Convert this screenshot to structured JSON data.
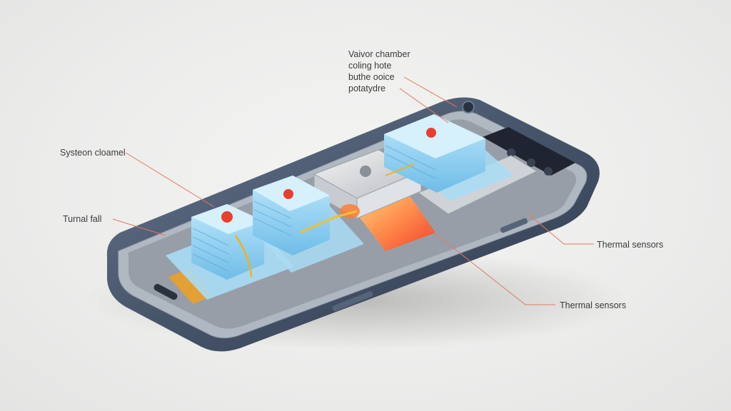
{
  "diagram": {
    "labels": {
      "vapor_chamber": [
        "Vaivor chamber",
        "coling hote",
        "buthe ooice",
        "potatydre"
      ],
      "system_channel": "Systeon cloamel",
      "thermal_fall": "Turnal fall",
      "thermal_sensors_upper": "Thermal sensors",
      "thermal_sensors_lower": "Thermal sensors"
    },
    "colors": {
      "background": "#ececeb",
      "phone_frame": "#4c5a70",
      "cooling_block": "#8ecff0",
      "processor_hot": "#f46a3c",
      "heat_pipe": "#f0b020",
      "leader_line": "#e07a60",
      "indicator_dot": "#e8402c"
    },
    "icons": [
      "camera-lens-icon",
      "usb-port-icon",
      "side-button-icon"
    ]
  }
}
